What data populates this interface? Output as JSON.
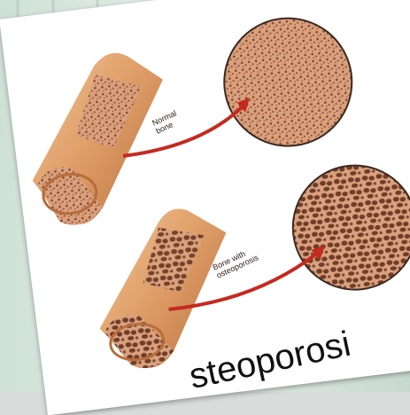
{
  "labels": {
    "normal": "Normal\nbone",
    "osteoporosis": "Bone with\nosteoporosis"
  },
  "caption": "steoporosi",
  "colors": {
    "bone_outer": "#e0a06a",
    "bone_highlight": "#f3c79b",
    "bone_shadow": "#b86d3b",
    "spongy": "#d89e79",
    "pore": "#7a4631",
    "arrow": "#c52a1f",
    "circle_border": "#3a2a22"
  },
  "icons": [
    "red-arrow-icon",
    "magnifier-circle-icon"
  ]
}
